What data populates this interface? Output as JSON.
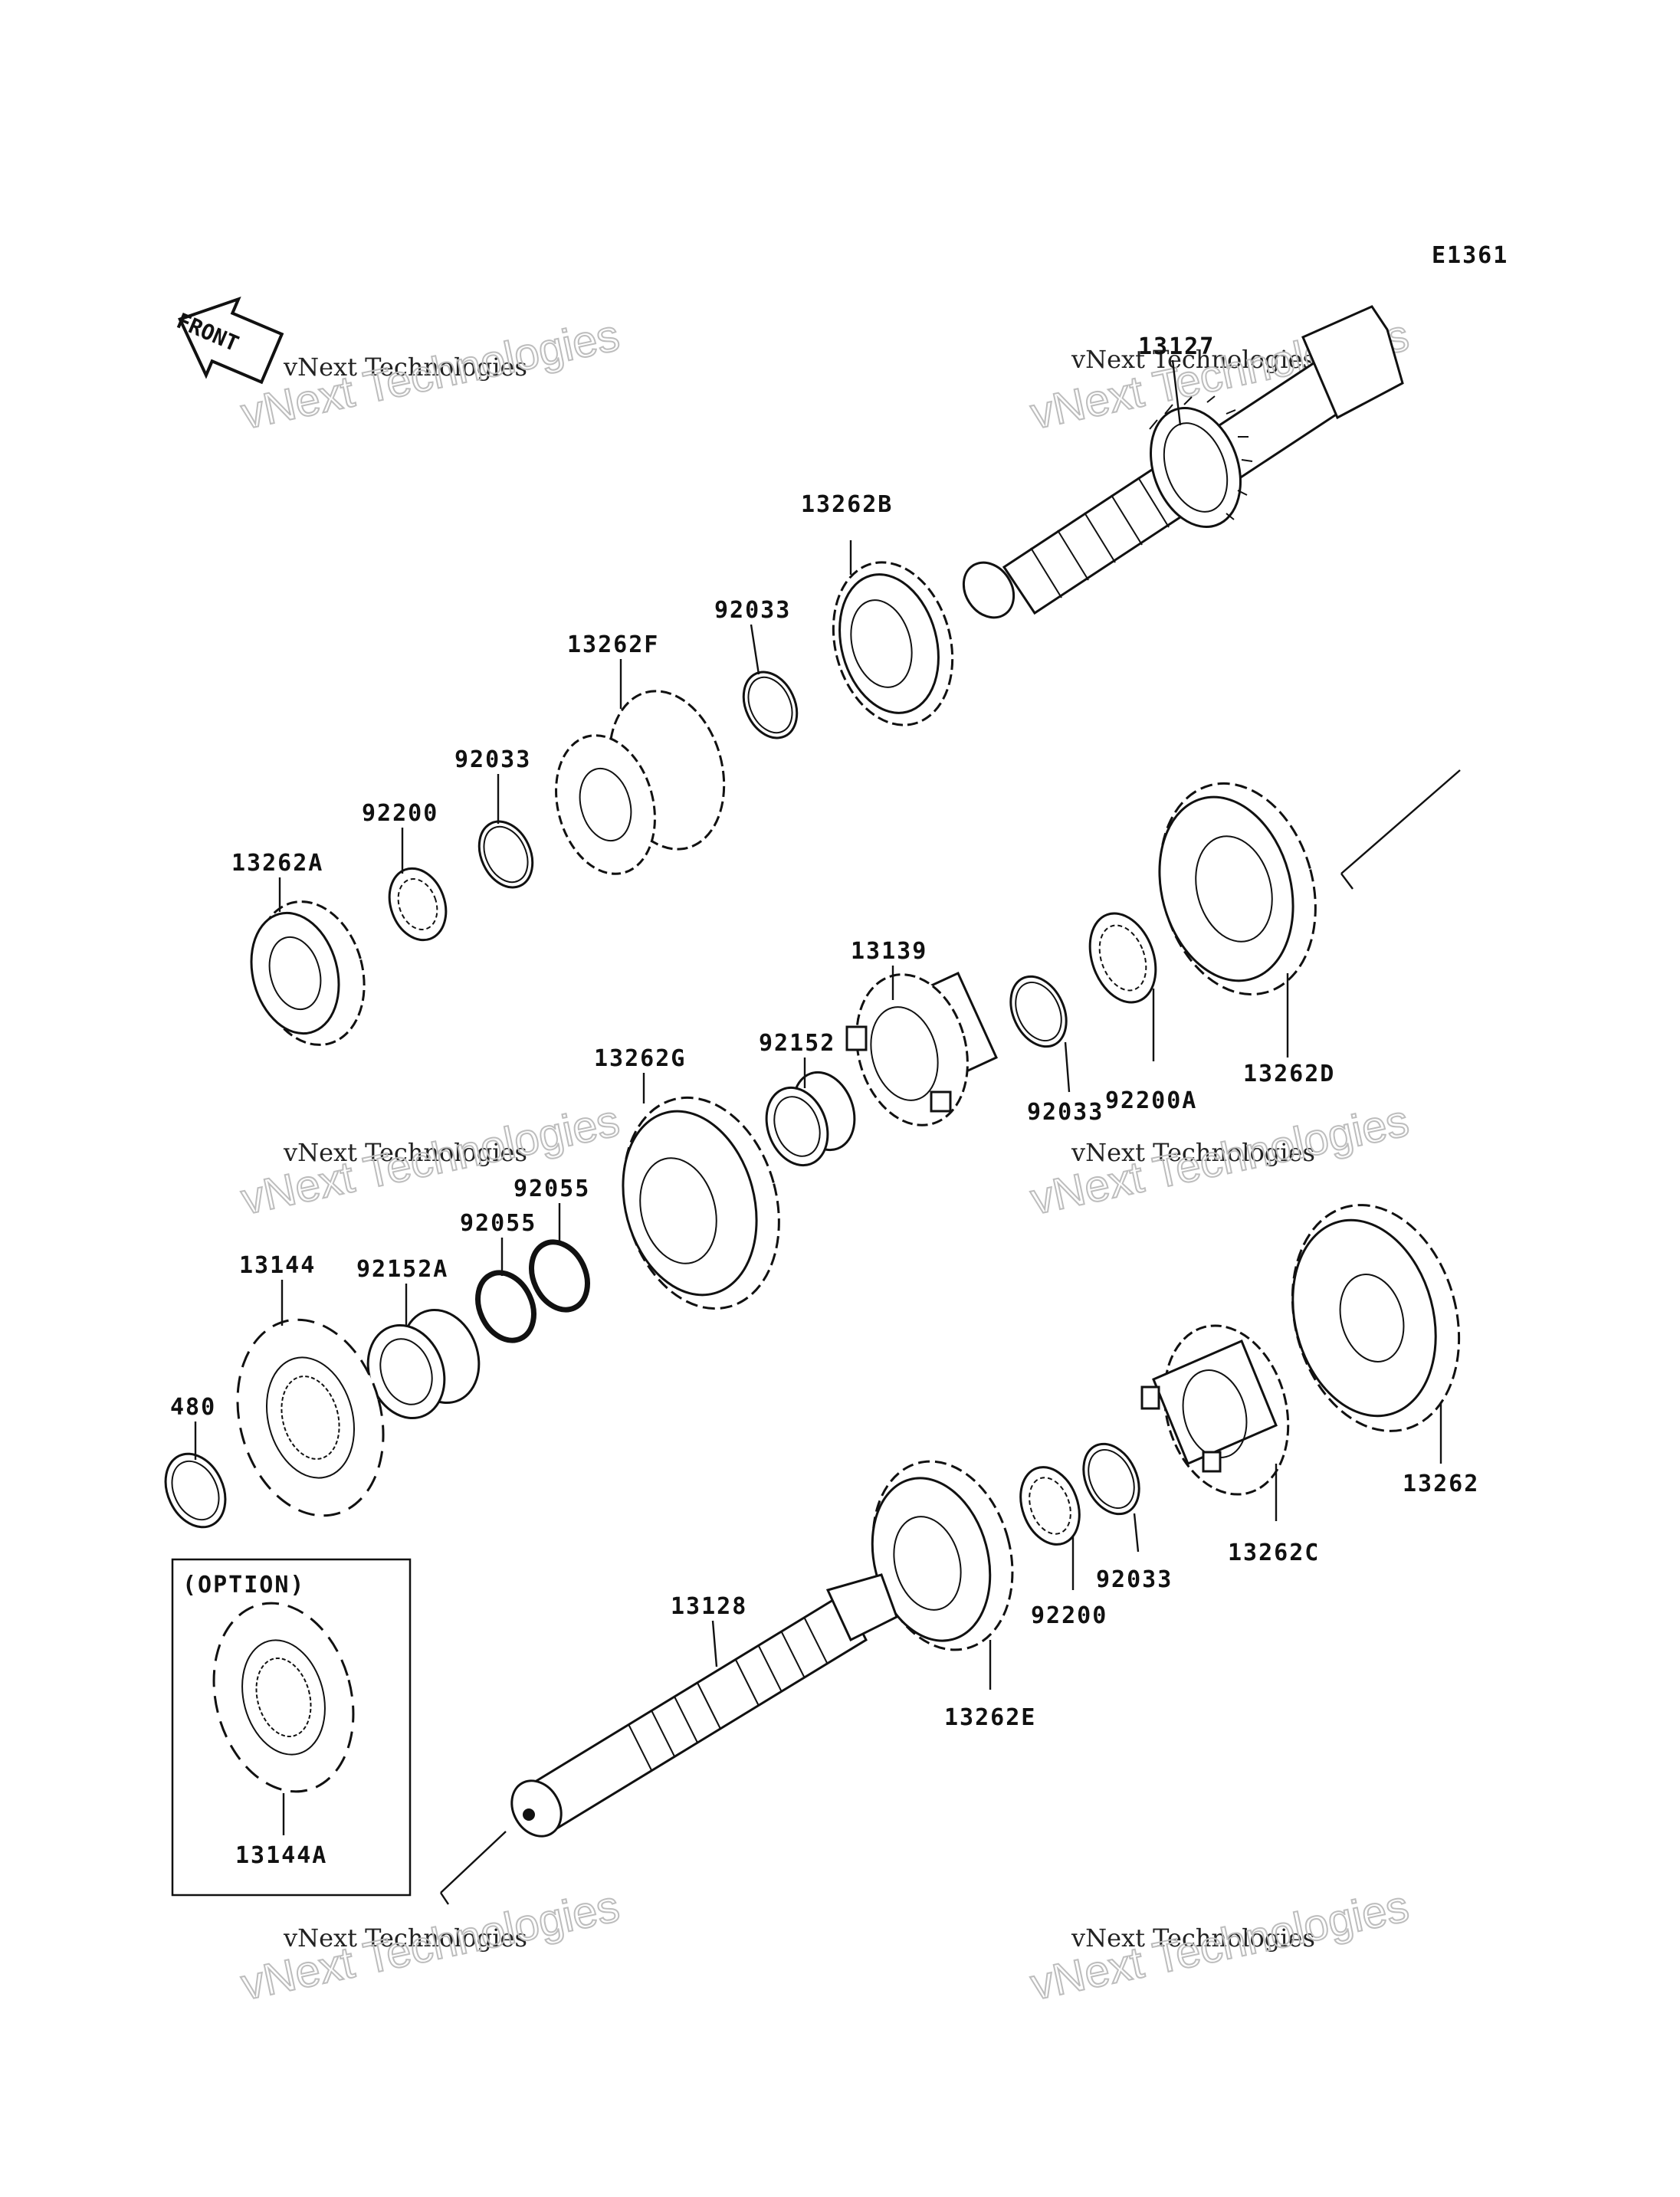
{
  "diagram_code": "E1361",
  "front_arrow_label": "FRONT",
  "watermark_line1": "vNext Technologies",
  "watermark_line2": "vNext Technologies",
  "option_box_label": "(OPTION)",
  "parts": [
    {
      "id": "13127",
      "label": "13127"
    },
    {
      "id": "13262B",
      "label": "13262B"
    },
    {
      "id": "92033-a",
      "label": "92033"
    },
    {
      "id": "13262F",
      "label": "13262F"
    },
    {
      "id": "92033-b",
      "label": "92033"
    },
    {
      "id": "92200-a",
      "label": "92200"
    },
    {
      "id": "13262A",
      "label": "13262A"
    },
    {
      "id": "13139",
      "label": "13139"
    },
    {
      "id": "92152",
      "label": "92152"
    },
    {
      "id": "13262G",
      "label": "13262G"
    },
    {
      "id": "92033-c",
      "label": "92033"
    },
    {
      "id": "92200A",
      "label": "92200A"
    },
    {
      "id": "13262D",
      "label": "13262D"
    },
    {
      "id": "92055-a",
      "label": "92055"
    },
    {
      "id": "92055-b",
      "label": "92055"
    },
    {
      "id": "92152A",
      "label": "92152A"
    },
    {
      "id": "13144",
      "label": "13144"
    },
    {
      "id": "480",
      "label": "480"
    },
    {
      "id": "13262",
      "label": "13262"
    },
    {
      "id": "13262C",
      "label": "13262C"
    },
    {
      "id": "92033-d",
      "label": "92033"
    },
    {
      "id": "92200-b",
      "label": "92200"
    },
    {
      "id": "13262E",
      "label": "13262E"
    },
    {
      "id": "13128",
      "label": "13128"
    },
    {
      "id": "13144A",
      "label": "13144A"
    }
  ]
}
